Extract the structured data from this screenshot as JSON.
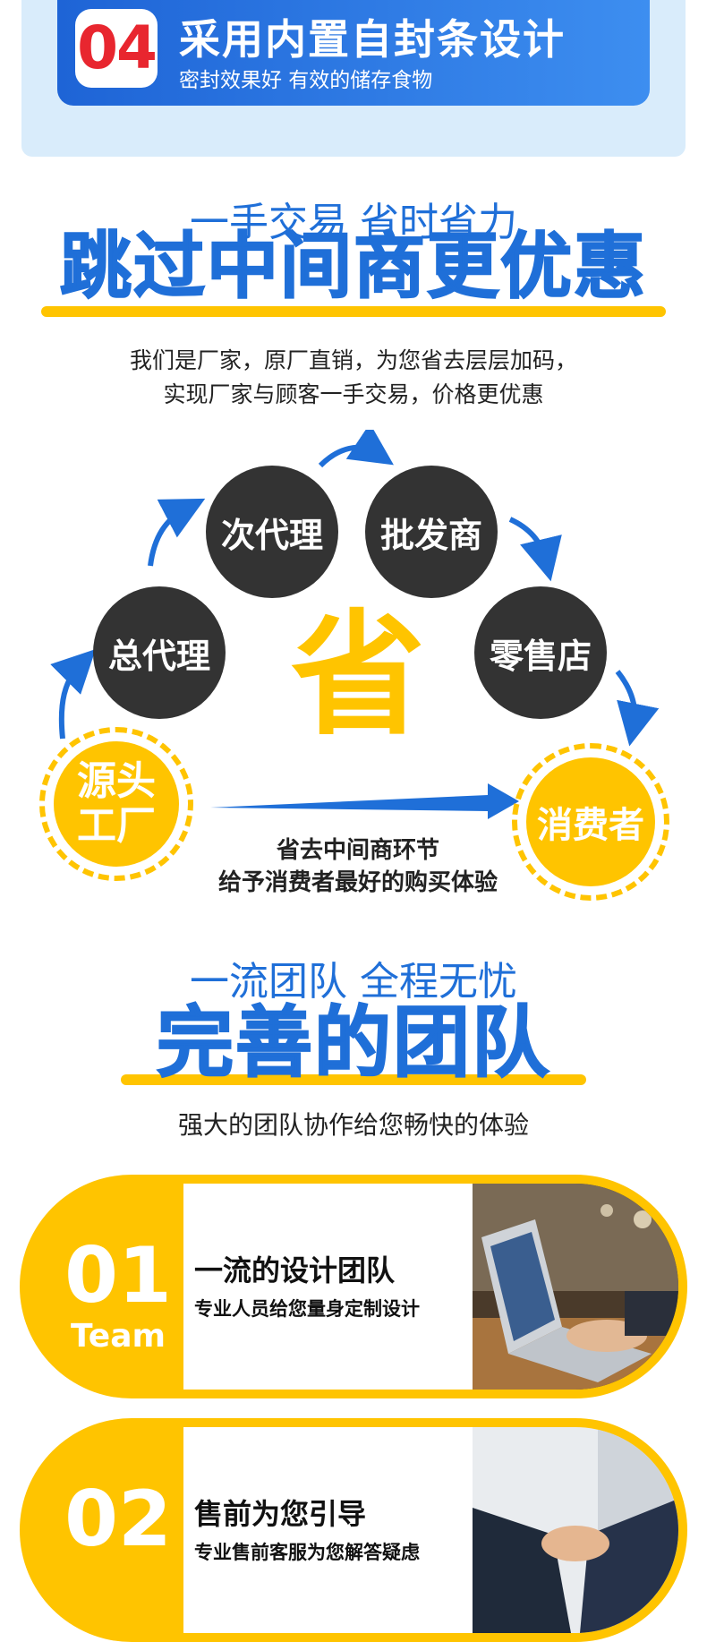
{
  "top_banner": {
    "badge": "04",
    "title": "采用内置自封条设计",
    "subtitle": "密封效果好 有效的储存食物"
  },
  "section_direct": {
    "slogan": "一手交易 省时省力",
    "headline": "跳过中间商更优惠",
    "description_line1": "我们是厂家，原厂直销，为您省去层层加码，",
    "description_line2": "实现厂家与顾客一手交易，价格更优惠"
  },
  "diagram": {
    "source_line1": "源头",
    "source_line2": "工厂",
    "general_agent": "总代理",
    "sub_agent": "次代理",
    "wholesaler": "批发商",
    "retailer": "零售店",
    "consumer": "消费者",
    "center_char": "省",
    "note_line1": "省去中间商环节",
    "note_line2": "给予消费者最好的购买体验",
    "colors": {
      "yellow": "#ffc400",
      "blue": "#1f6fd8",
      "dark": "#333333"
    }
  },
  "section_team": {
    "slogan": "一流团队 全程无忧",
    "headline": "完善的团队",
    "description": "强大的团队协作给您畅快的体验"
  },
  "cards": [
    {
      "number": "01",
      "tag": "Team",
      "title": "一流的设计团队",
      "subtitle": "专业人员给您量身定制设计",
      "photo": "laptop-typing-photo"
    },
    {
      "number": "02",
      "title": "售前为您引导",
      "subtitle": "专业售前客服为您解答疑虑",
      "photo": "handshake-photo"
    }
  ]
}
